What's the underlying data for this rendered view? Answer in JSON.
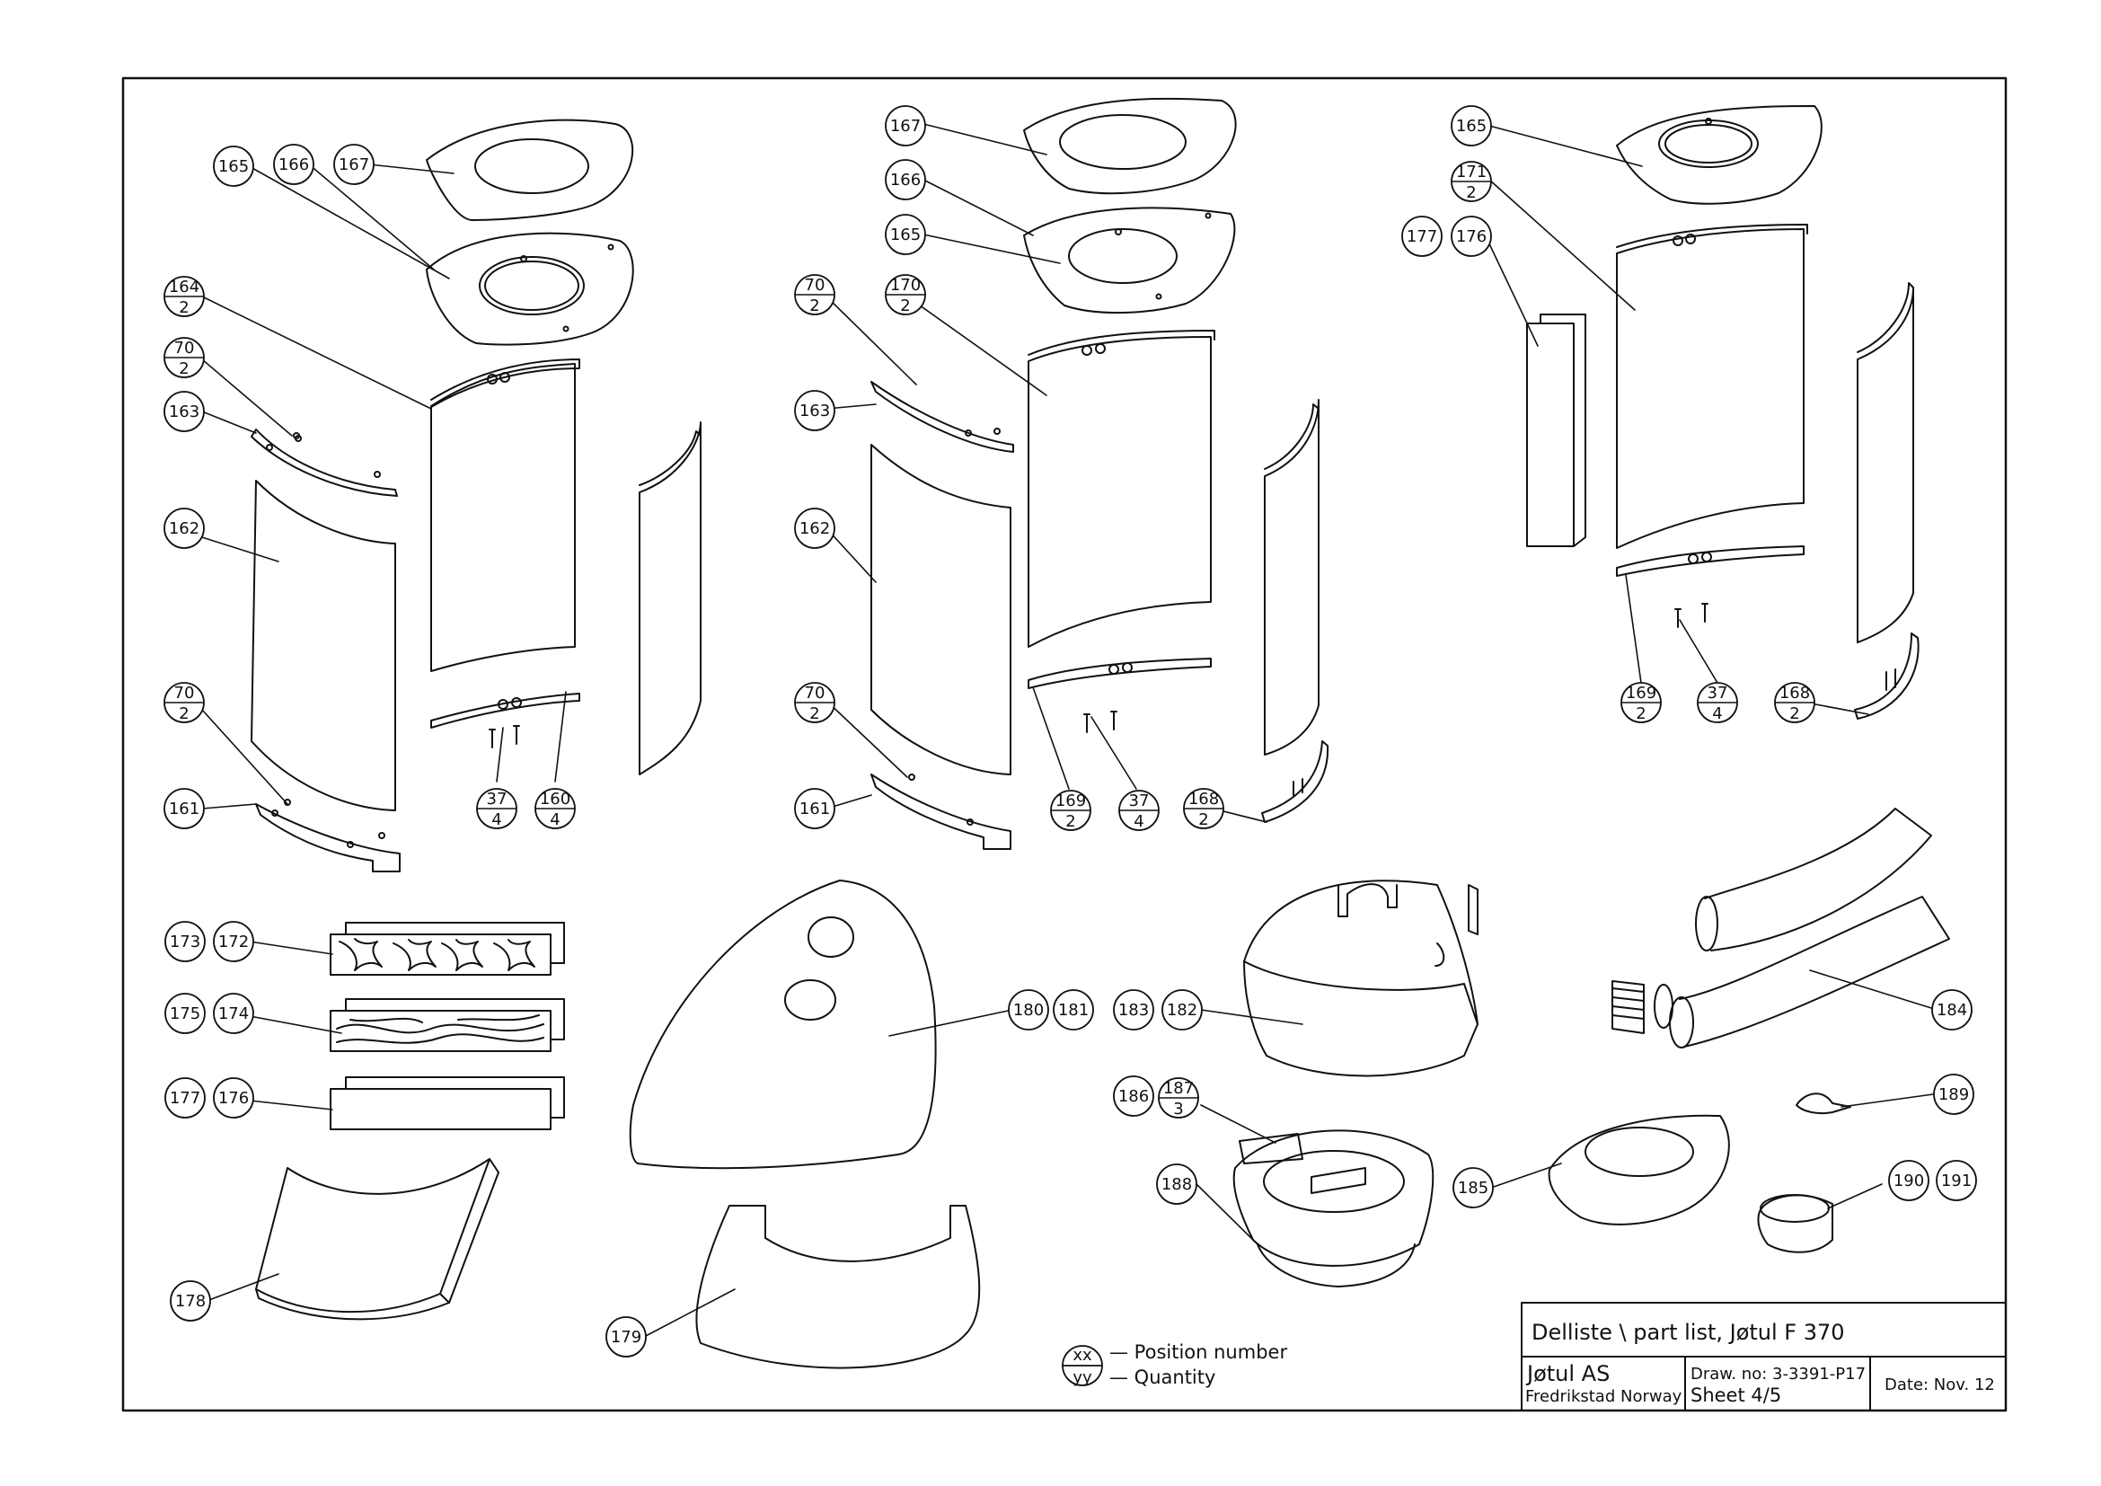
{
  "title_block": {
    "title": "Delliste \\ part list, Jøtul F 370",
    "company": "Jøtul AS",
    "location": "Fredrikstad Norway",
    "drawing_no": "Draw. no: 3-3391-P17",
    "sheet": "Sheet 4/5",
    "date": "Date: Nov. 12"
  },
  "legend": {
    "top": "xx",
    "bottom": "yy",
    "position_label": "— Position number",
    "quantity_label": "— Quantity"
  },
  "callouts": [
    {
      "id": "c-165-a",
      "num": "165",
      "qty": ""
    },
    {
      "id": "c-166-a",
      "num": "166",
      "qty": ""
    },
    {
      "id": "c-167-a",
      "num": "167",
      "qty": ""
    },
    {
      "id": "c-164",
      "num": "164",
      "qty": "2"
    },
    {
      "id": "c-70-a",
      "num": "70",
      "qty": "2"
    },
    {
      "id": "c-163-a",
      "num": "163",
      "qty": ""
    },
    {
      "id": "c-162-a",
      "num": "162",
      "qty": ""
    },
    {
      "id": "c-70-b",
      "num": "70",
      "qty": "2"
    },
    {
      "id": "c-161-a",
      "num": "161",
      "qty": ""
    },
    {
      "id": "c-37-a",
      "num": "37",
      "qty": "4"
    },
    {
      "id": "c-160",
      "num": "160",
      "qty": "4"
    },
    {
      "id": "c-167-b",
      "num": "167",
      "qty": ""
    },
    {
      "id": "c-166-b",
      "num": "166",
      "qty": ""
    },
    {
      "id": "c-165-b",
      "num": "165",
      "qty": ""
    },
    {
      "id": "c-70-c",
      "num": "70",
      "qty": "2"
    },
    {
      "id": "c-170",
      "num": "170",
      "qty": "2"
    },
    {
      "id": "c-163-b",
      "num": "163",
      "qty": ""
    },
    {
      "id": "c-162-b",
      "num": "162",
      "qty": ""
    },
    {
      "id": "c-70-d",
      "num": "70",
      "qty": "2"
    },
    {
      "id": "c-161-b",
      "num": "161",
      "qty": ""
    },
    {
      "id": "c-169-a",
      "num": "169",
      "qty": "2"
    },
    {
      "id": "c-37-b",
      "num": "37",
      "qty": "4"
    },
    {
      "id": "c-168-a",
      "num": "168",
      "qty": "2"
    },
    {
      "id": "c-165-c",
      "num": "165",
      "qty": ""
    },
    {
      "id": "c-171",
      "num": "171",
      "qty": "2"
    },
    {
      "id": "c-177-a",
      "num": "177",
      "qty": ""
    },
    {
      "id": "c-176-a",
      "num": "176",
      "qty": ""
    },
    {
      "id": "c-169-b",
      "num": "169",
      "qty": "2"
    },
    {
      "id": "c-37-c",
      "num": "37",
      "qty": "4"
    },
    {
      "id": "c-168-b",
      "num": "168",
      "qty": "2"
    },
    {
      "id": "c-173",
      "num": "173",
      "qty": ""
    },
    {
      "id": "c-172",
      "num": "172",
      "qty": ""
    },
    {
      "id": "c-175",
      "num": "175",
      "qty": ""
    },
    {
      "id": "c-174",
      "num": "174",
      "qty": ""
    },
    {
      "id": "c-177-b",
      "num": "177",
      "qty": ""
    },
    {
      "id": "c-176-b",
      "num": "176",
      "qty": ""
    },
    {
      "id": "c-178",
      "num": "178",
      "qty": ""
    },
    {
      "id": "c-179",
      "num": "179",
      "qty": ""
    },
    {
      "id": "c-180",
      "num": "180",
      "qty": ""
    },
    {
      "id": "c-181",
      "num": "181",
      "qty": ""
    },
    {
      "id": "c-183",
      "num": "183",
      "qty": ""
    },
    {
      "id": "c-182",
      "num": "182",
      "qty": ""
    },
    {
      "id": "c-186",
      "num": "186",
      "qty": ""
    },
    {
      "id": "c-187",
      "num": "187",
      "qty": "3"
    },
    {
      "id": "c-188",
      "num": "188",
      "qty": ""
    },
    {
      "id": "c-185",
      "num": "185",
      "qty": ""
    },
    {
      "id": "c-184",
      "num": "184",
      "qty": ""
    },
    {
      "id": "c-189",
      "num": "189",
      "qty": ""
    },
    {
      "id": "c-190",
      "num": "190",
      "qty": ""
    },
    {
      "id": "c-191",
      "num": "191",
      "qty": ""
    }
  ]
}
